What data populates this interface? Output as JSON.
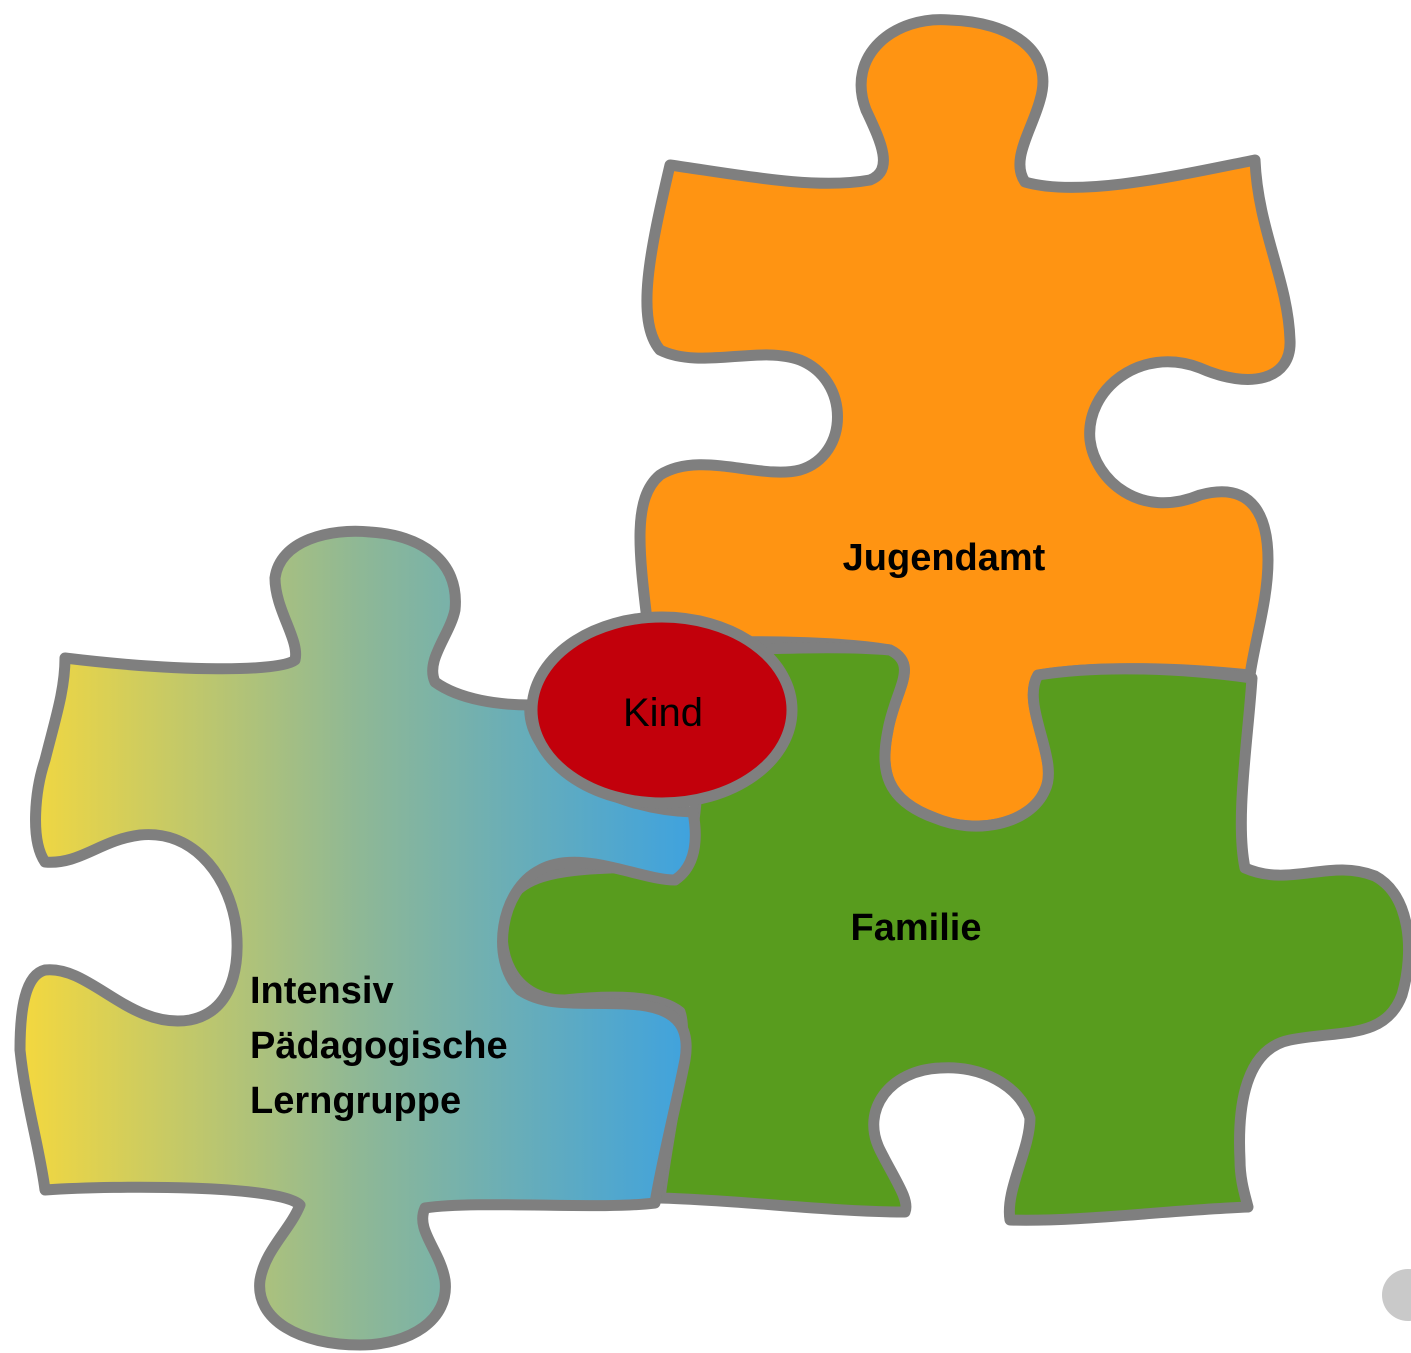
{
  "diagram": {
    "pieces": {
      "jugendamt": {
        "label": "Jugendamt",
        "color": "#ff9412"
      },
      "familie": {
        "label": "Familie",
        "color": "#589c1e"
      },
      "lerngruppe": {
        "lines": [
          "Intensiv",
          "Pädagogische",
          "Lerngruppe"
        ],
        "gradient": [
          "#f4d83e",
          "#8fb895",
          "#3ea2df"
        ]
      }
    },
    "center": {
      "label": "Kind",
      "color": "#c2000b"
    },
    "outline_color": "#7f7f7f"
  }
}
